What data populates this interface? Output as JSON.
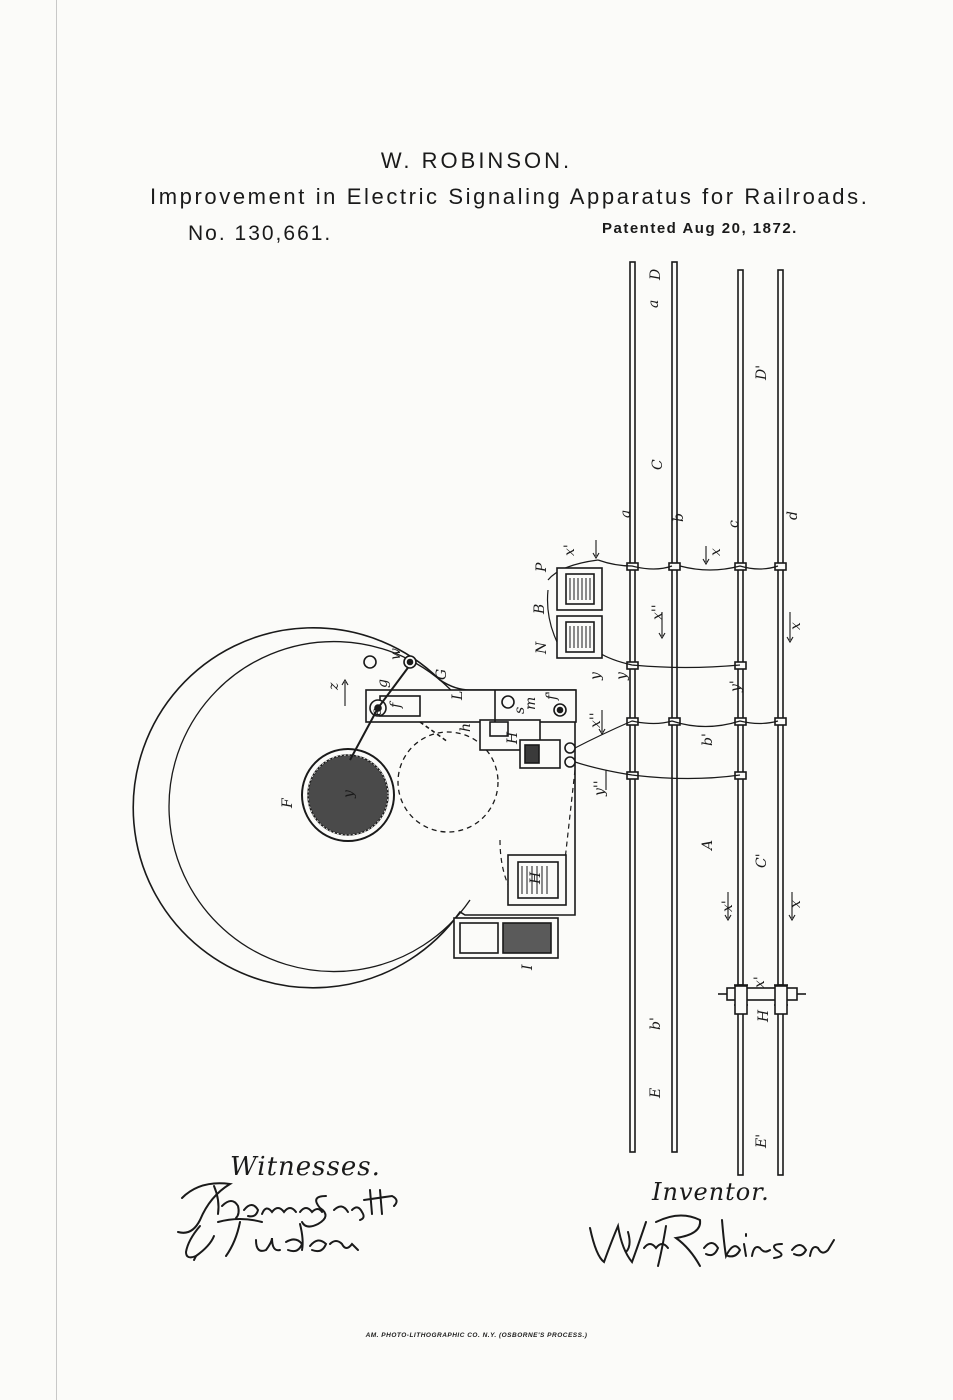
{
  "header": {
    "inventor_name": "W. ROBINSON.",
    "title": "Improvement in Electric Signaling Apparatus for Railroads.",
    "patent_number": "No. 130,661.",
    "patent_date": "Patented Aug 20, 1872."
  },
  "labels": {
    "witnesses": "Witnesses.",
    "inventor": "Inventor."
  },
  "signatures": {
    "witness_1": "Thomas Scott",
    "witness_2": "V. F. Tudor",
    "inventor": "Wm Robinson"
  },
  "figure_letters": [
    "a",
    "D",
    "D'",
    "C",
    "a",
    "b",
    "c",
    "d",
    "x'",
    "x",
    "x''",
    "x",
    "P",
    "B",
    "N",
    "G",
    "y",
    "y'",
    "x''",
    "y''",
    "y",
    "b'",
    "e",
    "f",
    "f'",
    "g",
    "h",
    "H",
    "L",
    "m",
    "s",
    "F",
    "y",
    "z",
    "w",
    "H",
    "A",
    "C'",
    "I",
    "x'",
    "x'",
    "x",
    "H",
    "E",
    "b'",
    "E'"
  ],
  "footer": {
    "printer_credit": "AM. PHOTO-LITHOGRAPHIC CO. N.Y. (OSBORNE'S PROCESS.)"
  }
}
